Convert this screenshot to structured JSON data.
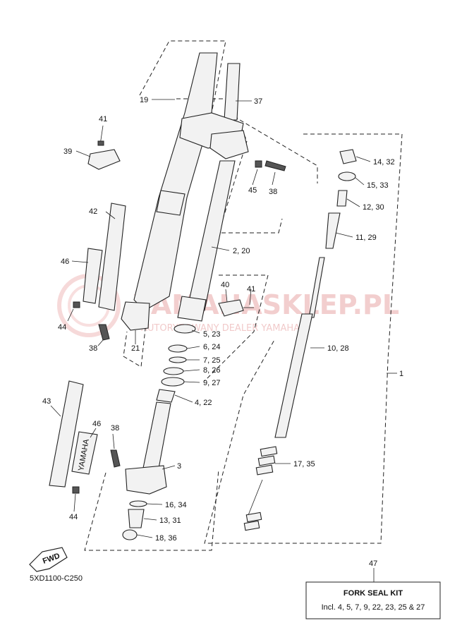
{
  "watermark": {
    "main": "YAMAHASKLEP.PL",
    "sub": "AUTORYZOWANY DEALER YAMAHA"
  },
  "drawing_code": "5XD1100-C250",
  "fwd_label": "FWD",
  "yamaha_sticker_text": "YAMAHA",
  "kit": {
    "number": "47",
    "title": "FORK SEAL KIT",
    "includes": "Incl. 4, 5, 7, 9, 22, 23, 25 & 27"
  },
  "callouts": [
    {
      "id": "c19",
      "text": "19"
    },
    {
      "id": "c37",
      "text": "37"
    },
    {
      "id": "c41a",
      "text": "41"
    },
    {
      "id": "c39",
      "text": "39"
    },
    {
      "id": "c45",
      "text": "45"
    },
    {
      "id": "c38a",
      "text": "38"
    },
    {
      "id": "c14",
      "text": "14, 32"
    },
    {
      "id": "c15",
      "text": "15, 33"
    },
    {
      "id": "c12",
      "text": "12, 30"
    },
    {
      "id": "c11",
      "text": "11, 29"
    },
    {
      "id": "c42",
      "text": "42"
    },
    {
      "id": "c2",
      "text": "2, 20"
    },
    {
      "id": "c46a",
      "text": "46"
    },
    {
      "id": "c40",
      "text": "40"
    },
    {
      "id": "c41b",
      "text": "41"
    },
    {
      "id": "c44a",
      "text": "44"
    },
    {
      "id": "c5",
      "text": "5, 23"
    },
    {
      "id": "c38b",
      "text": "38"
    },
    {
      "id": "c21",
      "text": "21"
    },
    {
      "id": "c6",
      "text": "6, 24"
    },
    {
      "id": "c10",
      "text": "10, 28"
    },
    {
      "id": "c7",
      "text": "7, 25"
    },
    {
      "id": "c8",
      "text": "8, 26"
    },
    {
      "id": "c1",
      "text": "1"
    },
    {
      "id": "c9",
      "text": "9, 27"
    },
    {
      "id": "c4",
      "text": "4, 22"
    },
    {
      "id": "c43",
      "text": "43"
    },
    {
      "id": "c46b",
      "text": "46"
    },
    {
      "id": "c38c",
      "text": "38"
    },
    {
      "id": "c3",
      "text": "3"
    },
    {
      "id": "c17",
      "text": "17, 35"
    },
    {
      "id": "c44b",
      "text": "44"
    },
    {
      "id": "c16",
      "text": "16, 34"
    },
    {
      "id": "c13",
      "text": "13, 31"
    },
    {
      "id": "c18",
      "text": "18, 36"
    }
  ]
}
